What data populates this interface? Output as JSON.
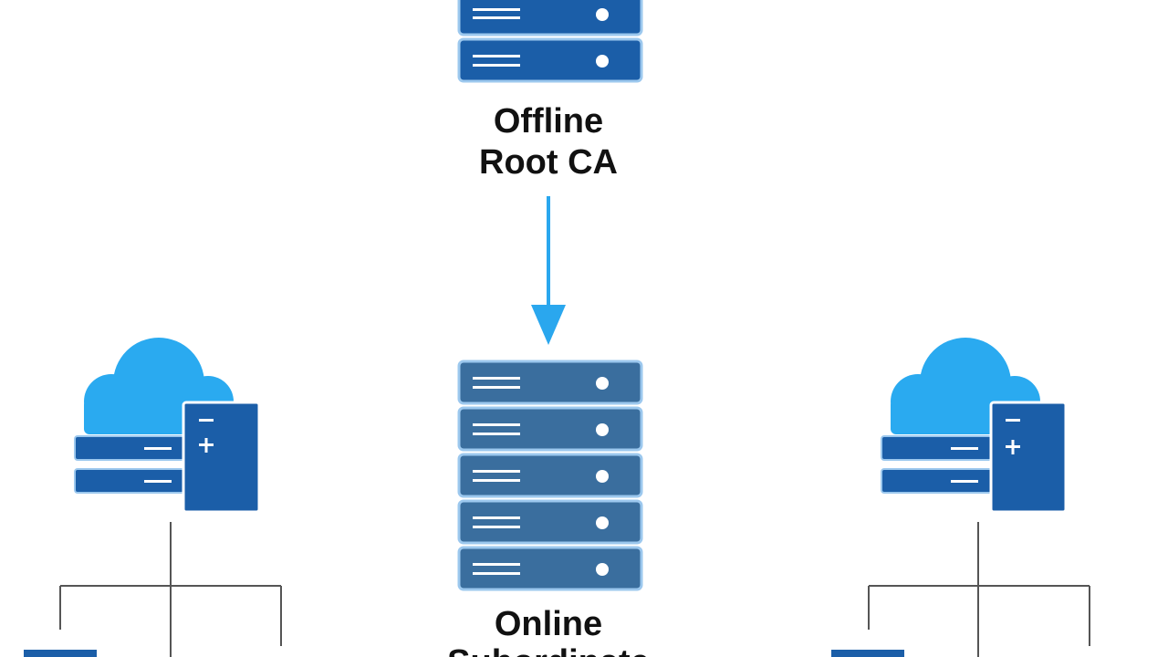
{
  "diagram": {
    "root": {
      "label_line1": "Offline",
      "label_line2": "Root CA",
      "icon": "server-rack-icon"
    },
    "subordinate": {
      "label_line1": "Online",
      "label_line2": "Subordinate",
      "icon": "server-rack-icon"
    },
    "left_node": {
      "icon": "cloud-server-icon"
    },
    "right_node": {
      "icon": "cloud-server-icon"
    }
  },
  "colors": {
    "server_dark": "#1b5ea8",
    "server_mid": "#3a6e9e",
    "cloud": "#2aaaf0",
    "arrow": "#2aa7ee",
    "line": "#555555",
    "text": "#111111"
  }
}
